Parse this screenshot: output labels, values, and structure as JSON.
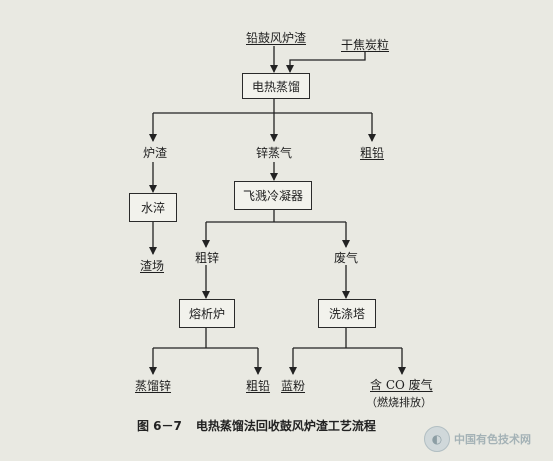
{
  "inputs": {
    "feed": "铅鼓风炉渣",
    "reagent": "干焦炭粒"
  },
  "boxes": {
    "electric_distill": "电热蒸馏",
    "water_quench": "水淬",
    "splash_condenser": "飞溅冷凝器",
    "melting_furnace": "熔析炉",
    "scrubber": "洗涤塔"
  },
  "outputs": {
    "slag": "炉渣",
    "zinc_vapor": "锌蒸气",
    "crude_lead_1": "粗铅",
    "slag_yard": "渣场",
    "crude_zinc": "粗锌",
    "waste_gas": "废气",
    "distilled_zinc": "蒸馏锌",
    "crude_lead_2": "粗铅",
    "blue_powder": "蓝粉",
    "co_gas": "含 CO 废气",
    "co_gas_note": "（燃烧排放）"
  },
  "caption": {
    "number": "图 6－7",
    "title": "电热蒸馏法回收鼓风炉渣工艺流程"
  },
  "watermark": {
    "text": "中国有色技术网",
    "logo_glyph": "◐"
  }
}
